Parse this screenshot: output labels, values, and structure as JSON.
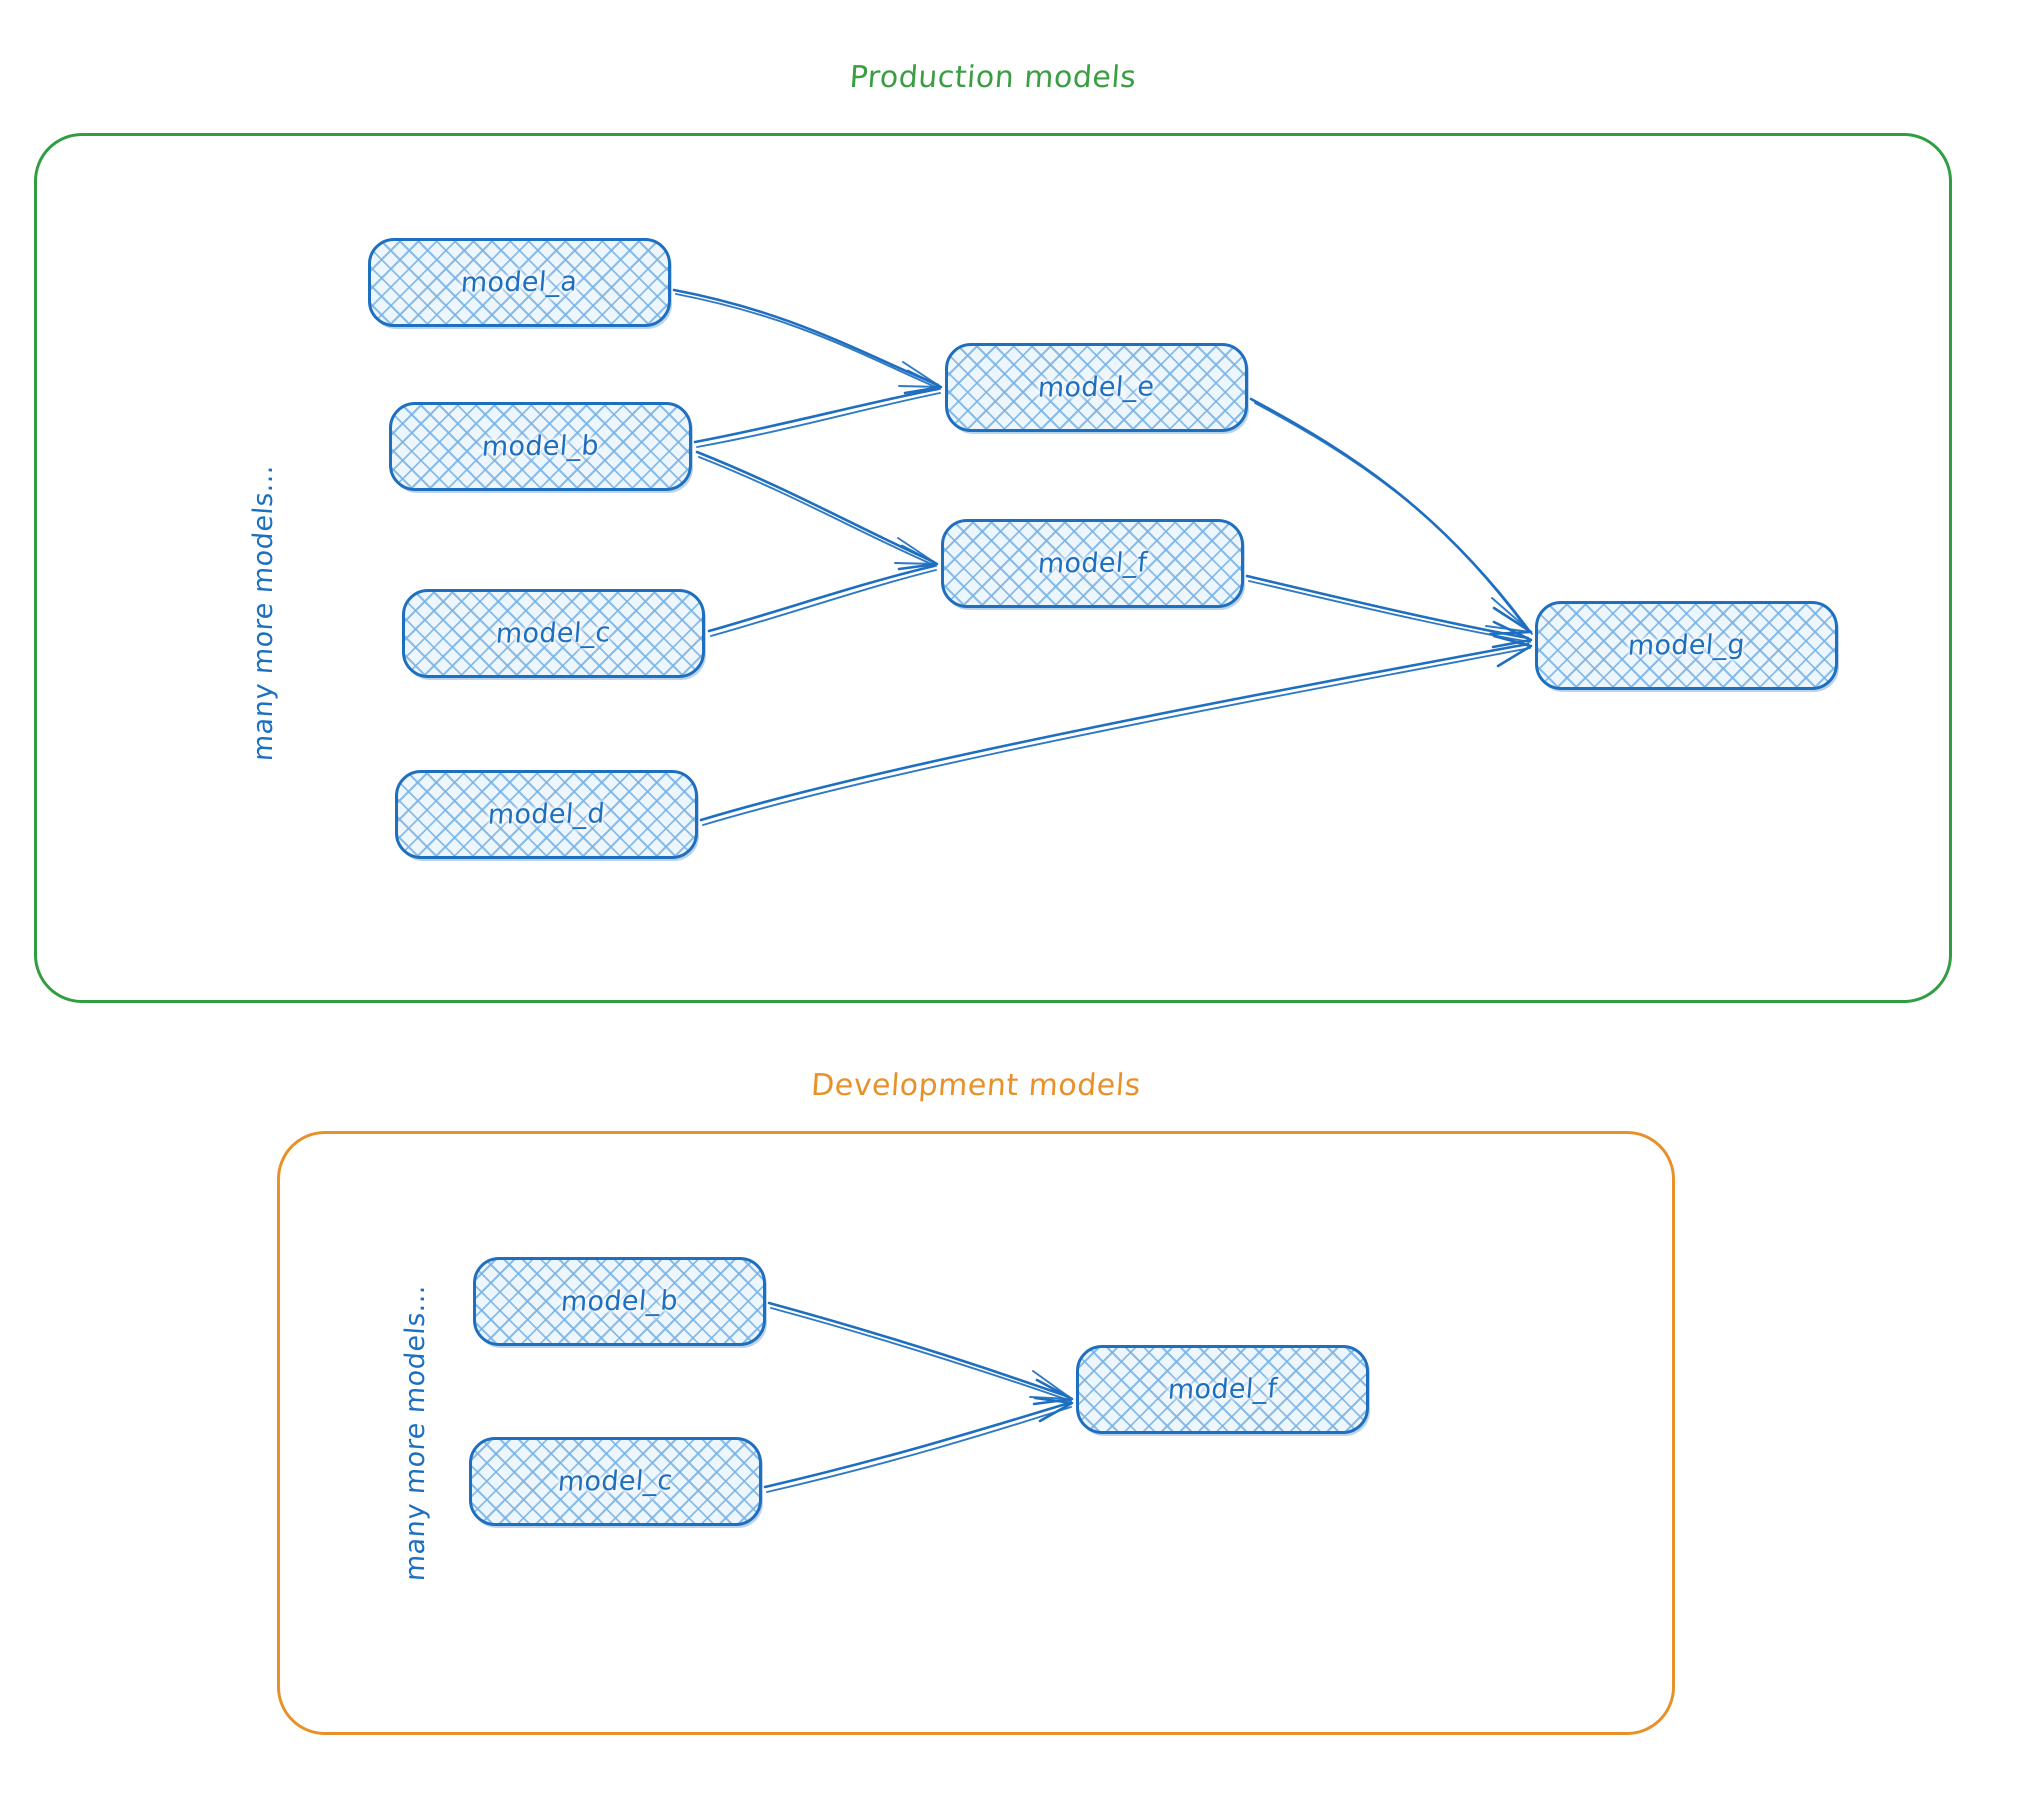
{
  "diagram": {
    "title_production": "Production models",
    "title_development": "Development models",
    "side_label_production": "many more models...",
    "side_label_development": "many more models...",
    "colors": {
      "production_frame": "#2f9e41",
      "production_title": "#3a9e42",
      "development_frame": "#e8912a",
      "development_title": "#e8912a",
      "node_border": "#1e6fbf",
      "node_text": "#1d6fc0",
      "node_fill": "#eef6fd",
      "edge": "#1e6fbf"
    }
  },
  "production": {
    "nodes": [
      {
        "id": "model_a",
        "label": "model_a"
      },
      {
        "id": "model_b",
        "label": "model_b"
      },
      {
        "id": "model_c",
        "label": "model_c"
      },
      {
        "id": "model_d",
        "label": "model_d"
      },
      {
        "id": "model_e",
        "label": "model_e"
      },
      {
        "id": "model_f",
        "label": "model_f"
      },
      {
        "id": "model_g",
        "label": "model_g"
      }
    ],
    "edges": [
      {
        "from": "model_a",
        "to": "model_e"
      },
      {
        "from": "model_b",
        "to": "model_e"
      },
      {
        "from": "model_b",
        "to": "model_f"
      },
      {
        "from": "model_c",
        "to": "model_f"
      },
      {
        "from": "model_e",
        "to": "model_g"
      },
      {
        "from": "model_f",
        "to": "model_g"
      },
      {
        "from": "model_d",
        "to": "model_g"
      }
    ]
  },
  "development": {
    "nodes": [
      {
        "id": "dev_model_b",
        "label": "model_b"
      },
      {
        "id": "dev_model_c",
        "label": "model_c"
      },
      {
        "id": "dev_model_f",
        "label": "model_f"
      }
    ],
    "edges": [
      {
        "from": "dev_model_b",
        "to": "dev_model_f"
      },
      {
        "from": "dev_model_c",
        "to": "dev_model_f"
      }
    ]
  }
}
